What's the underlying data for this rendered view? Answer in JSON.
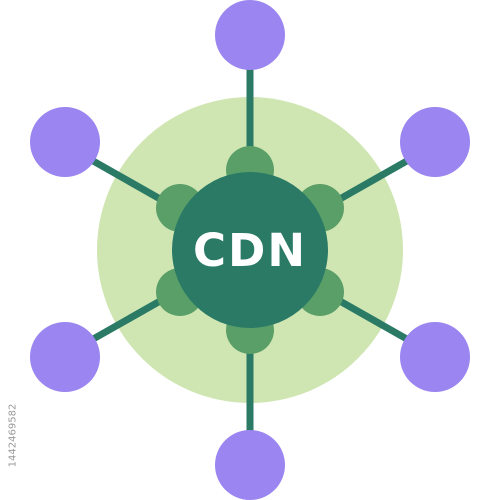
{
  "icon": {
    "label": "CDN",
    "name": "cdn-network-icon",
    "colors": {
      "halo": "#cfe6b2",
      "hub": "#2a7a66",
      "lobes": "#5a9e68",
      "spokes": "#2a7a66",
      "satellites": "#9b85f0",
      "label": "#ffffff"
    },
    "satellite_count": 6
  },
  "watermark": {
    "id_text": "1442469582"
  }
}
